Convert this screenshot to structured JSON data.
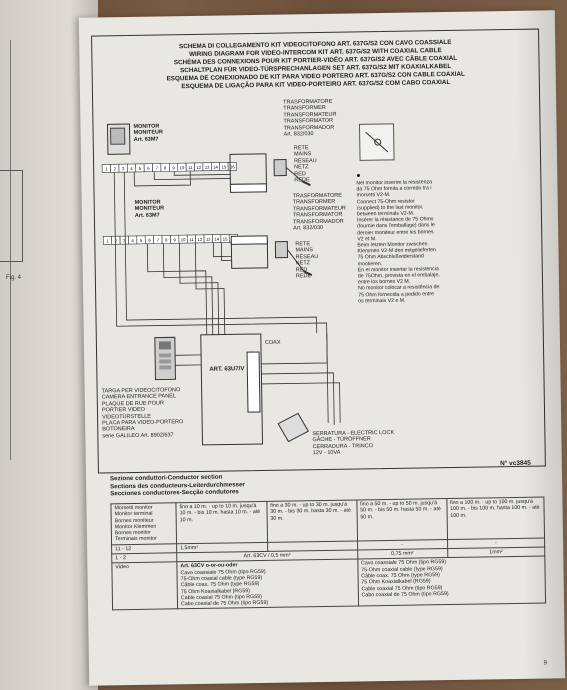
{
  "left_page": {
    "fig_label": "Fig. 4"
  },
  "titles": [
    "SCHEMA DI COLLEGAMENTO KIT VIDEOCITOFONO ART. 637G/S2 CON CAVO COASSIALE",
    "WIRING DIAGRAM FOR VIDEO-INTERCOM KIT ART. 637G/S2 WITH COAXIAL CABLE",
    "SCHÉMA DES CONNEXIONS POUR KIT PORTIER-VIDÉO ART. 637G/S2 AVEC CÂBLE COAXIAL",
    "SCHALTPLAN FÜR VIDEO-TÜRSPRECHANLAGEN SET ART. 637G/S2 MIT KOAXIALKABEL",
    "ESQUEMA DE CONEXIONADO DE KIT PARA VIDEO PORTERO ART. 637G/S2 CON CABLE COAXIAL",
    "ESQUEMA DE LIGAÇÃO PARA KIT VIDEO-PORTEIRO ART. 637G/S2 COM CABO COAXIAL"
  ],
  "monitor1": [
    "MONITOR",
    "MONITEUR",
    "Art. 63M7"
  ],
  "monitor2": [
    "MONITOR",
    "MONITEUR",
    "Art. 63M7"
  ],
  "terminals": [
    "1",
    "2",
    "3",
    "4",
    "5",
    "6",
    "7",
    "8",
    "9",
    "10",
    "11",
    "12",
    "13",
    "14",
    "15",
    "16"
  ],
  "transformer1": [
    "TRASFORMATORE",
    "TRANSFORMER",
    "TRANSFORMATEUR",
    "TRANSFORMATOR",
    "TRANSFORMADOR",
    "Art. 832/030"
  ],
  "mains1": [
    "RETE",
    "MAINS",
    "RÉSEAU",
    "NETZ",
    "RED",
    "REDE"
  ],
  "transformer2": [
    "TRASFORMATORE",
    "TRANSFORMER",
    "TRANSFORMATEUR",
    "TRANSFORMATOR",
    "TRANSFORMADOR",
    "Art. 832/030"
  ],
  "mains2": [
    "RETE",
    "MAINS",
    "RÉSEAU",
    "NETZ",
    "RED",
    "REDE"
  ],
  "note": [
    "Nel monitor inserire la resistenza da 75 Ohm fornita a corredo tra i morsetti V2-M.",
    "Connect 75-Ohm resistor (supplied) to the last monitor, between terminals V2-M.",
    "Insérer la résistance de 75 Ohms (fournie dans l'emballage) dans le dernier moniteur entre les bornes V2 et M.",
    "Beim letzten Monitor zwischen Klemmen V2-M den mitgelieferten 75 Ohm Abschlußwiderstand montieren.",
    "En el monitor insertar la resistencia de 75Ohm, provista en el embalaje, entre los bornes V2 M.",
    "No monitor colocar a resistência de 75 Ohm fornecida a pedido entre os terminais V2 e M."
  ],
  "coax_label": "COAX",
  "unit_label": "ART. 63U7/V",
  "entrance_panel": [
    "TARGA PER VIDEOCITOFONO",
    "CAMERA ENTRANCE PANEL",
    "PLAQUE DE RUE POUR",
    "PORTIER VIDEO",
    "VIDEOTÜRSTELLE",
    "PLACA PARA VIDEO-PORTERO",
    "BOTONEIRA",
    "serie GALILEO Art. 8902/637"
  ],
  "lock": [
    "SERRATURA - ELECTRIC LOCK",
    "GÂCHE - TÜRÖFFNER",
    "CERRADURA - TRINCO",
    "12V - 10VA"
  ],
  "ref_number": "N° vc3845",
  "section_titles": [
    "Sezione conduttori-Conductor section",
    "Sections des conducteurs-Leiterdurchmesser",
    "Secciones conductores-Secção condutores"
  ],
  "table": {
    "head_label": [
      "Morsetti monitor",
      "Monitor terminal",
      "Bornes moniteur",
      "Monitor Klemmen",
      "Bornes monitor",
      "Terminais monitor"
    ],
    "ranges": [
      "fino a 10 m. - up to 10 m. jusqu'à 10 m. - bis 10 m. hasta 10 m. - atè 10 m.",
      "fino a 30 m. - up to 30 m. jusqu'à 30 m. - bis 30 m. hasta 30 m. - atè 30 m.",
      "fino a 50 m. - up to 50 m. jusqu'à 50 m. - bis 50 m. hasta 50 m. - atè 50 m.",
      "fino a 100 m. - up to 100 m. jusqu'à 100 m. - bis 100 m. hasta 100 m. - atè 100 m."
    ],
    "row1": {
      "label": "11 - 12",
      "c1": "1,5mm²",
      "c2": "",
      "c3": "-",
      "c4": "-"
    },
    "row2": {
      "label": "1 - 2",
      "c12": "Art. 63CV / 0,5 mm²",
      "c3": "0,75 mm²",
      "c4": "1mm²"
    },
    "row3": {
      "label": "Video",
      "c12": [
        "Art. 63CV o-or-ou-oder",
        "Cavo coassiale 75 Ohm (tipo RG59)",
        "75-Ohm coaxial cable (type RG59)",
        "Câble coax. 75 Ohm (type RG59)",
        "75 Ohm Koaxialkabel (RG59)",
        "Cable coaxial 75 Ohm (tipo RG59)",
        "Cabo coaxial de 75 Ohm (tipo RG59)"
      ],
      "c34": [
        "Cavo coassiale 75 Ohm (tipo RG59)",
        "75-Ohm coaxial cable (type RG59)",
        "Câble coax. 75 Ohm (type RG59)",
        "75 Ohm Koaxialkabel (RG59)",
        "Cable coaxial 75 Ohm (tipo RG59)",
        "Cabo coaxial de 75 Ohm (tipo RG59)"
      ]
    }
  },
  "page_number": "9"
}
